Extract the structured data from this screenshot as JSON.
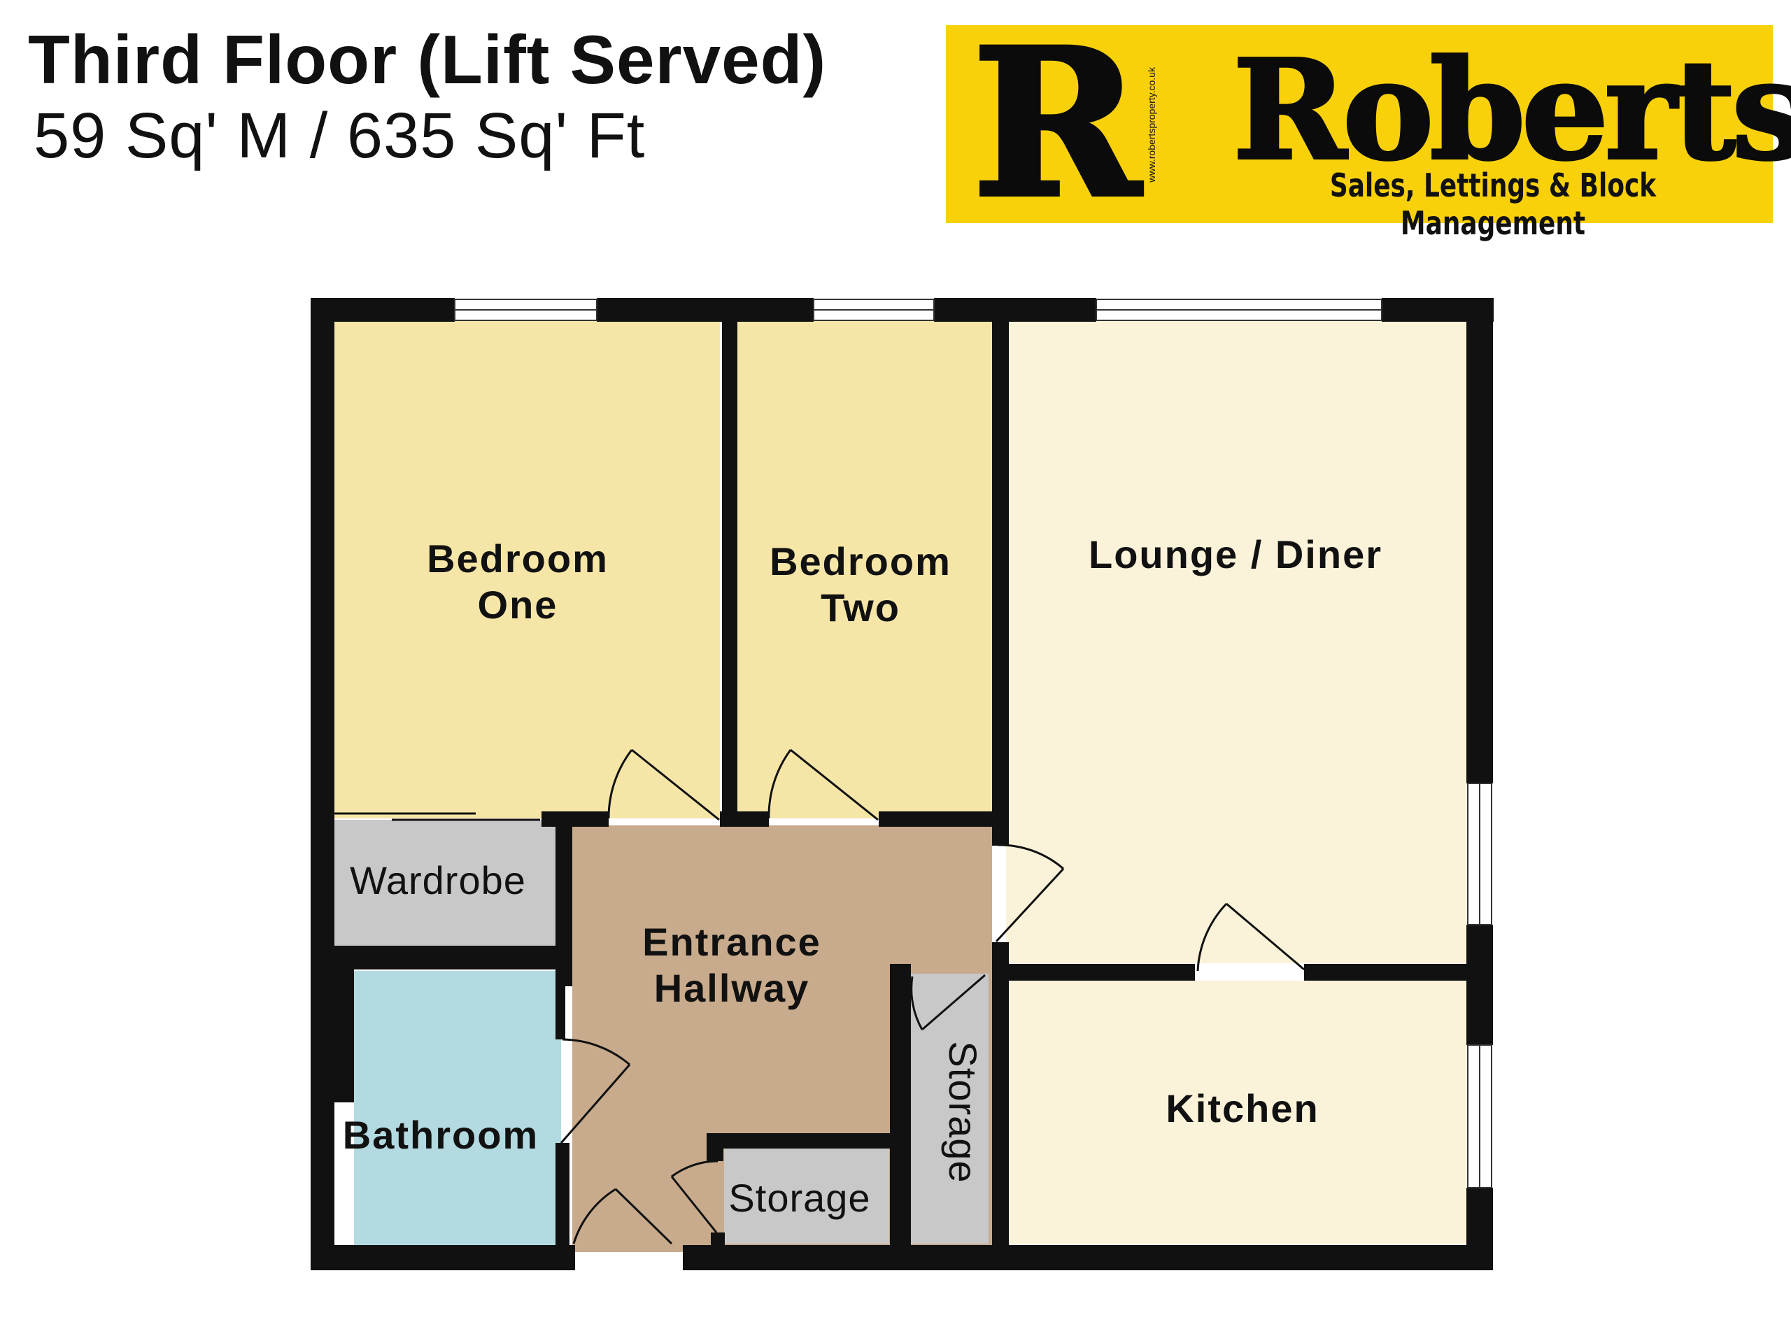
{
  "header": {
    "title": "Third Floor (Lift Served)",
    "area": "59 Sq' M / 635 Sq' Ft"
  },
  "logo": {
    "monogram": "R",
    "url": "www.robertsproperty.co.uk",
    "name": "Roberts",
    "tagline": "Sales, Lettings & Block Management",
    "background_color": "#f9d10b"
  },
  "rooms": {
    "bedroom_one": {
      "line1": "Bedroom",
      "line2": "One",
      "color": "#f5e6a8"
    },
    "bedroom_two": {
      "line1": "Bedroom",
      "line2": "Two",
      "color": "#f5e6a8"
    },
    "lounge": {
      "label": "Lounge / Diner",
      "color": "#fbf3d9"
    },
    "wardrobe": {
      "label": "Wardrobe",
      "color": "#c8c8c8"
    },
    "hallway": {
      "line1": "Entrance",
      "line2": "Hallway",
      "color": "#c8ab8c"
    },
    "bathroom": {
      "label": "Bathroom",
      "color": "#b2dae0"
    },
    "storage_hall": {
      "label": "Storage",
      "color": "#c8c8c8"
    },
    "storage_vertical": {
      "label": "Storage",
      "color": "#c8c8c8"
    },
    "kitchen": {
      "label": "Kitchen",
      "color": "#fbf3d9"
    }
  },
  "colors": {
    "wall": "#111111"
  }
}
